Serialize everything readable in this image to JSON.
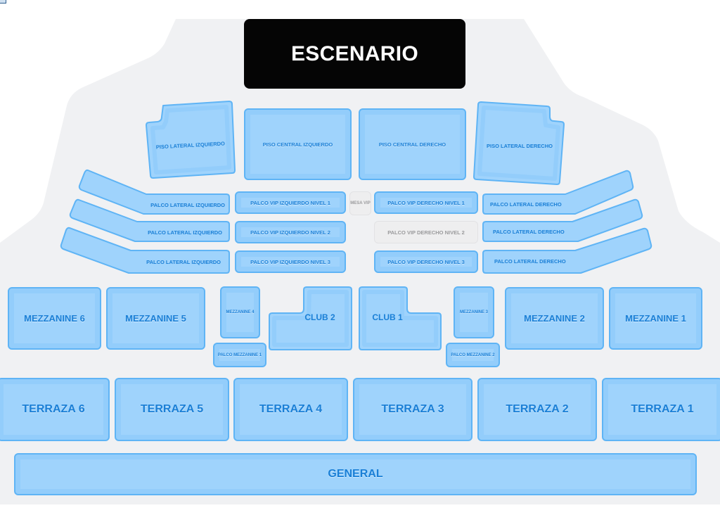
{
  "stage": {
    "label": "ESCENARIO"
  },
  "colors": {
    "available_fill": "#9fd3fc",
    "available_border": "#5fb4f5",
    "available_text": "#1a7fd6",
    "unavailable_fill": "#eeeeef",
    "unavailable_text": "#9a9a9c",
    "stage_fill": "#050505",
    "venue_bg": "#f0f1f3"
  },
  "piso": {
    "lateral_izquierdo": "PISO LATERAL IZQUIERDO",
    "central_izquierdo": "PISO CENTRAL IZQUIERDO",
    "central_derecho": "PISO CENTRAL DERECHO",
    "lateral_derecho": "PISO LATERAL DERECHO"
  },
  "palcos": {
    "lateral_izquierdo": [
      "PALCO LATERAL IZQUIERDO",
      "PALCO LATERAL IZQUIERDO",
      "PALCO LATERAL IZQUIERDO"
    ],
    "vip_izquierdo": [
      "PALCO VIP IZQUIERDO NIVEL 1",
      "PALCO VIP IZQUIERDO NIVEL 2",
      "PALCO VIP IZQUIERDO NIVEL 3"
    ],
    "mesa_vip": "MESA VIP",
    "vip_derecho": [
      "PALCO VIP DERECHO NIVEL 1",
      "PALCO VIP DERECHO NIVEL 2",
      "PALCO VIP DERECHO NIVEL 3"
    ],
    "lateral_derecho": [
      "PALCO LATERAL DERECHO",
      "PALCO LATERAL DERECHO",
      "PALCO LATERAL DERECHO"
    ]
  },
  "mezzanine": {
    "m6": "MEZZANINE 6",
    "m5": "MEZZANINE 5",
    "m4": "MEZZANINE 4",
    "palco_m1": "PALCO MEZZANINE 1",
    "club2": "CLUB 2",
    "club1": "CLUB 1",
    "m3": "MEZZANINE 3",
    "palco_m2": "PALCO MEZZANINE 2",
    "m2": "MEZZANINE 2",
    "m1": "MEZZANINE 1"
  },
  "terrazas": [
    "TERRAZA 6",
    "TERRAZA 5",
    "TERRAZA 4",
    "TERRAZA 3",
    "TERRAZA 2",
    "TERRAZA 1"
  ],
  "general": {
    "label": "GENERAL"
  },
  "availability": {
    "palco_vip_derecho_nivel_2": "unavailable",
    "mesa_vip": "unavailable"
  }
}
